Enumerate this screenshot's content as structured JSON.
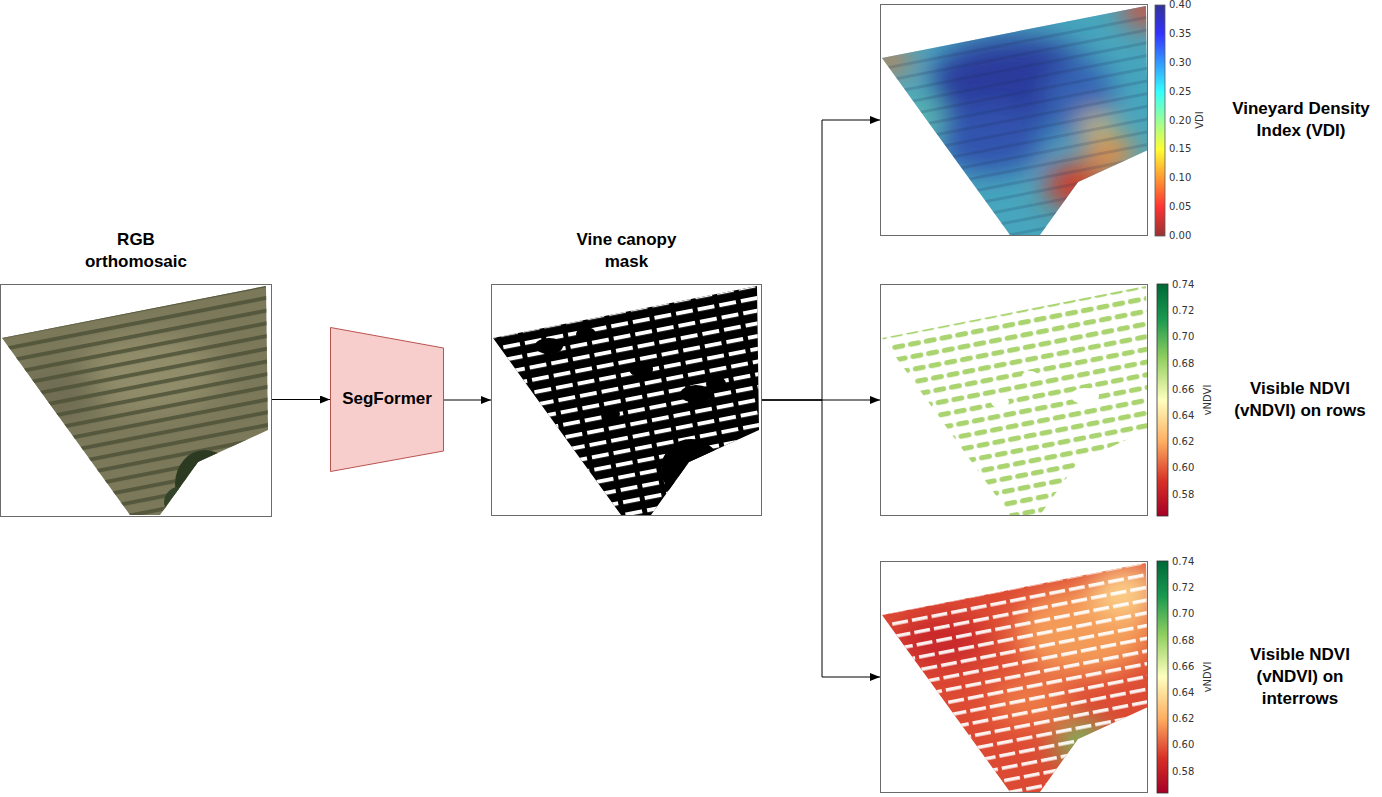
{
  "diagram": {
    "nodes": [
      {
        "text": [
          "RGB orthomosaic"
        ]
      },
      {
        "text": [
          "SegFormer"
        ]
      },
      {
        "text": [
          "Vine canopy mask"
        ]
      },
      {
        "text": [
          "Vineyard Density Index (VDI)"
        ]
      },
      {
        "text": [
          "Visible NDVI (vNDVI) on rows"
        ]
      },
      {
        "text": [
          "Visible NDVI (vNDVI) on interrows"
        ]
      }
    ],
    "edges": [
      {
        "from": 0,
        "to": 1,
        "arrow": "to"
      },
      {
        "from": 1,
        "to": 2,
        "arrow": "to"
      },
      {
        "from": 2,
        "to": 3,
        "arrow": "to"
      },
      {
        "from": 2,
        "to": 4,
        "arrow": "to"
      },
      {
        "from": 2,
        "to": 5,
        "arrow": "to"
      }
    ],
    "labels": [
      "0.40",
      "0.35",
      "0.30",
      "0.25",
      "0.20",
      "0.15",
      "0.10",
      "0.05",
      "0.00",
      "VDI",
      "0.74",
      "0.72",
      "0.70",
      "0.68",
      "0.66",
      "0.64",
      "0.62",
      "0.60",
      "0.58",
      "vNDVI",
      "0.74",
      "0.72",
      "0.70",
      "0.68",
      "0.66",
      "0.64",
      "0.62",
      "0.60",
      "0.58",
      "vNDVI"
    ]
  }
}
